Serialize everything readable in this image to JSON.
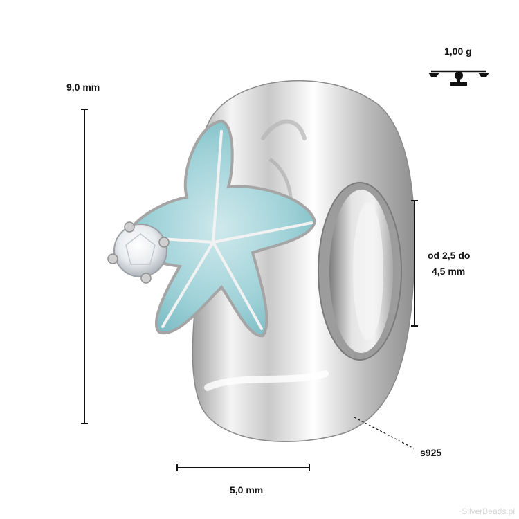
{
  "product": {
    "weight_label": "1,00 g",
    "height_label": "9,0 mm",
    "hole_label_line1": "od 2,5 do",
    "hole_label_line2": "4,5 mm",
    "width_label": "5,0 mm",
    "material_label": "s925",
    "watermark": "SilverBeads.pl"
  },
  "icons": {
    "weight": "balance-scale-icon"
  },
  "colors": {
    "enamel": "#8cc8cf",
    "silver": "#d9d9d9",
    "dimension_line": "#111111"
  }
}
